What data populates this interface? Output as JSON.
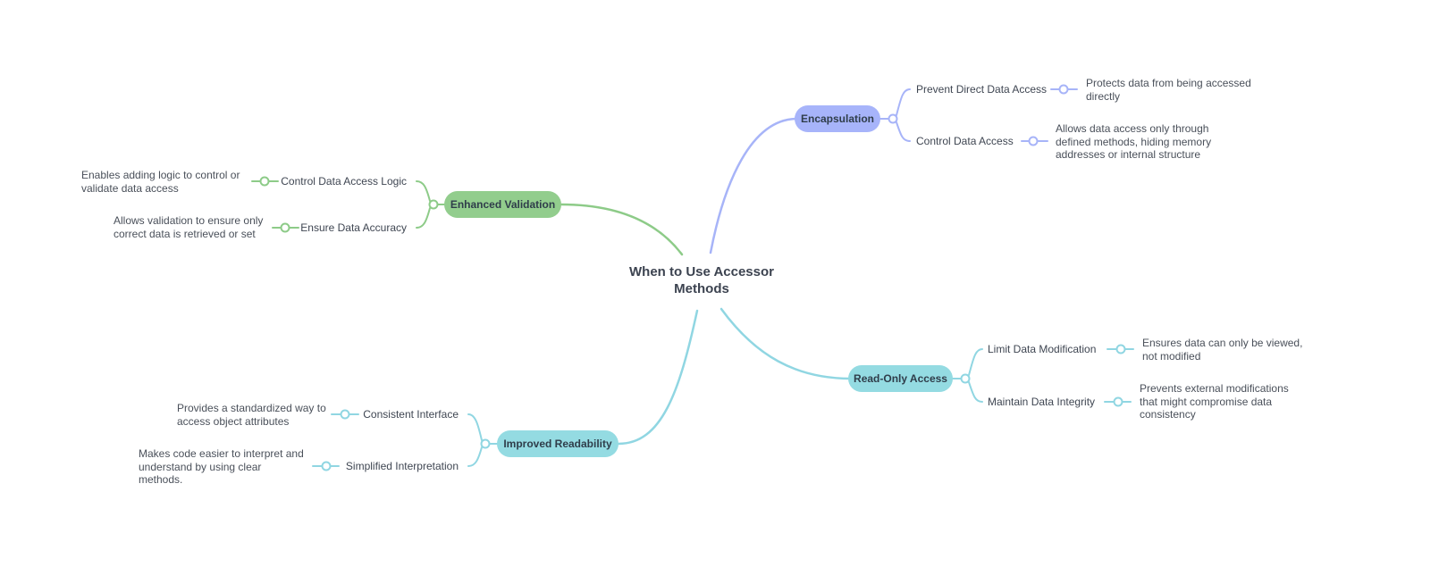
{
  "root": {
    "line1": "When to Use Accessor",
    "line2": "Methods"
  },
  "colors": {
    "encapsulation": "#a7b4fa",
    "validation": "#92cd8d",
    "readonly": "#94dbe2",
    "readability": "#94dbe2",
    "encapsulation_line": "#a7b4f8",
    "validation_line": "#8dcb88",
    "readonly_line": "#90d6e2",
    "readability_line": "#90d6e2"
  },
  "branches": {
    "encapsulation": {
      "label": "Encapsulation",
      "children": [
        {
          "label": "Prevent Direct Data Access",
          "detail": [
            "Protects data from being accessed",
            "directly"
          ]
        },
        {
          "label": "Control Data Access",
          "detail": [
            "Allows data access only through",
            "defined methods, hiding memory",
            "addresses or internal structure"
          ]
        }
      ]
    },
    "validation": {
      "label": "Enhanced Validation",
      "children": [
        {
          "label": "Control Data Access Logic",
          "detail": [
            "Enables adding logic to control or",
            "validate data access"
          ]
        },
        {
          "label": "Ensure Data Accuracy",
          "detail": [
            "Allows validation to ensure only",
            "correct data is retrieved or set"
          ]
        }
      ]
    },
    "readonly": {
      "label": "Read-Only Access",
      "children": [
        {
          "label": "Limit Data Modification",
          "detail": [
            "Ensures data can only be viewed,",
            "not modified"
          ]
        },
        {
          "label": "Maintain Data Integrity",
          "detail": [
            "Prevents external modifications",
            "that might compromise data",
            "consistency"
          ]
        }
      ]
    },
    "readability": {
      "label": "Improved Readability",
      "children": [
        {
          "label": "Consistent Interface",
          "detail": [
            "Provides a standardized way to",
            "access object attributes"
          ]
        },
        {
          "label": "Simplified Interpretation",
          "detail": [
            "Makes code easier to interpret and",
            "understand by using clear",
            "methods."
          ]
        }
      ]
    }
  }
}
